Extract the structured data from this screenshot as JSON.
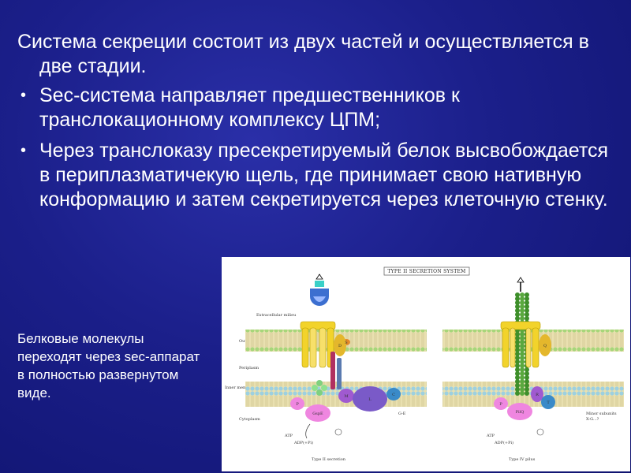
{
  "text": {
    "lead": "Система секреции состоит из двух частей и осуществляется в две стадии.",
    "bullets": [
      "Sec-система направляет предшественников к транслокационному комплексу ЦПМ;",
      "Через транслоказу пресекретируемый белок высвобождается в периплазматичекую щель, где принимает свою нативную конформацию и затем секретируется через клеточную стенку."
    ],
    "side_note": "Белковые молекулы переходят через sec-аппарат в полностью развернутом виде."
  },
  "figure": {
    "title": "TYPE II SECRETION SYSTEM",
    "labels": {
      "extracellular": "Extracellular milieu",
      "outer_membrane": "Outer membrane",
      "periplasm": "Periplasm",
      "inner_membrane": "Inner membrane",
      "cytoplasm": "Cytoplasm",
      "atp_left": "ATP",
      "adp_left": "ADP(+Pi)",
      "atp_right": "ATP",
      "adp_right": "ADP(+Pi)",
      "caption_left": "Type II secretion",
      "caption_right": "Type IV pilus",
      "minor_subunits": "Minor subunits",
      "minor_list": "X-G...?",
      "ge_label": "G-E"
    },
    "protein_letters": {
      "p": "P",
      "gspe": "GspE",
      "l": "L",
      "m": "M",
      "c": "C",
      "d": "D",
      "s": "S",
      "q": "Q",
      "pilq": "PilQ",
      "r": "R",
      "t": "T"
    },
    "colors": {
      "membrane_head": "#a7d67a",
      "membrane_tail": "#e9e0b0",
      "secretin": "#f2d32b",
      "pilus": "#3e8f2a",
      "exported_protein": "#3c6fd0",
      "atpase": "#ef86e0"
    }
  }
}
